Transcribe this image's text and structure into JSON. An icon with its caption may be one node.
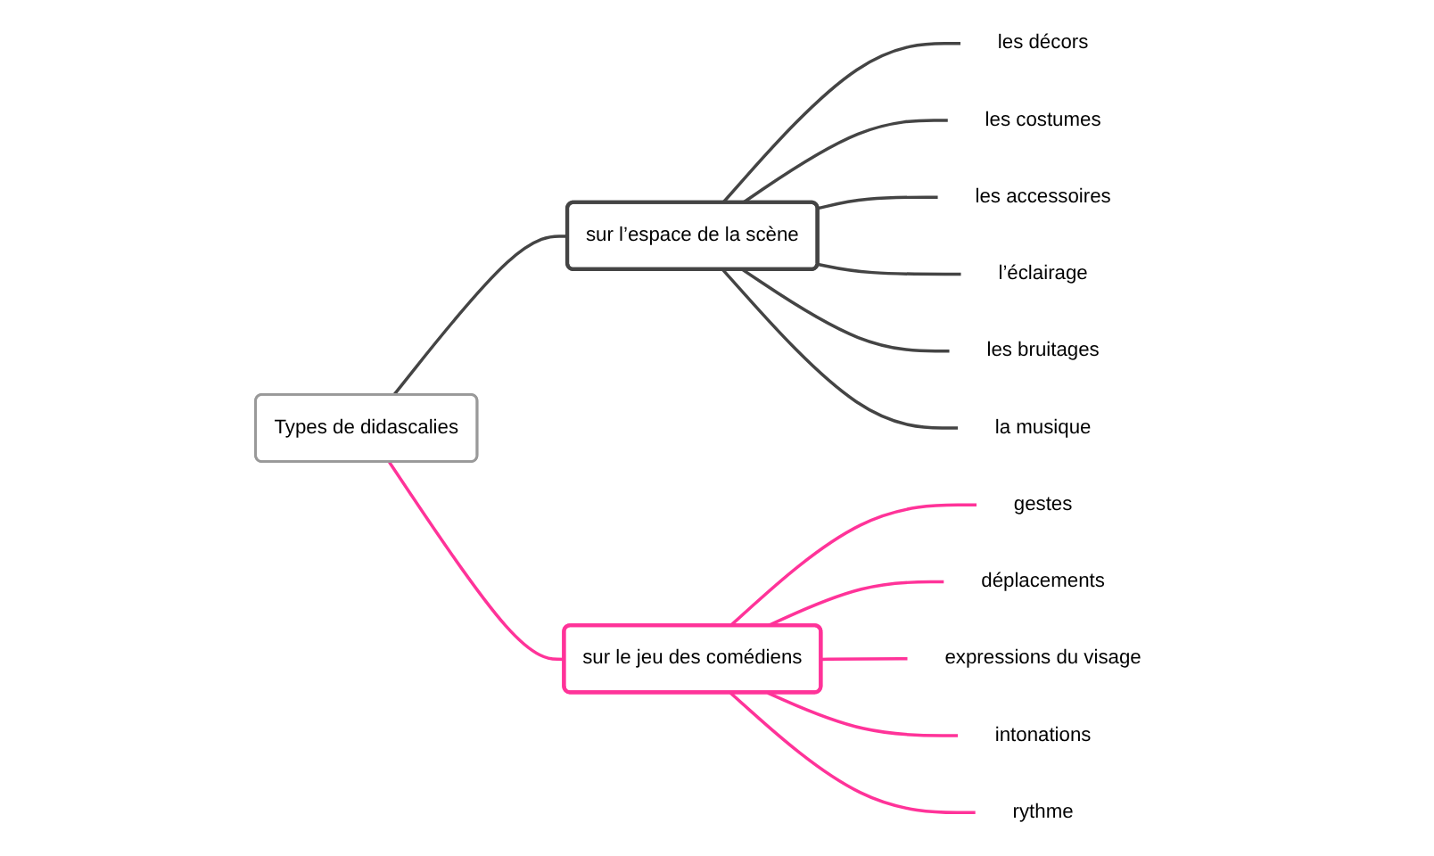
{
  "diagram": {
    "nodes": [
      {
        "text": [
          "Types de didascalies"
        ]
      },
      {
        "text": [
          "sur l’espace de la scène"
        ]
      },
      {
        "text": [
          "sur le jeu des comédiens"
        ]
      },
      {
        "text": [
          "les décors"
        ]
      },
      {
        "text": [
          "les costumes"
        ]
      },
      {
        "text": [
          "les accessoires"
        ]
      },
      {
        "text": [
          "l’éclairage"
        ]
      },
      {
        "text": [
          "les bruitages"
        ]
      },
      {
        "text": [
          "la musique"
        ]
      },
      {
        "text": [
          "gestes"
        ]
      },
      {
        "text": [
          "déplacements"
        ]
      },
      {
        "text": [
          "expressions du visage"
        ]
      },
      {
        "text": [
          "intonations"
        ]
      },
      {
        "text": [
          "rythme"
        ]
      }
    ],
    "edges": [
      {
        "from": 0,
        "to": 1,
        "arrow": "none"
      },
      {
        "from": 0,
        "to": 2,
        "arrow": "none",
        "color": "#ff3399"
      },
      {
        "from": 1,
        "to": 3,
        "arrow": "none"
      },
      {
        "from": 1,
        "to": 4,
        "arrow": "none"
      },
      {
        "from": 1,
        "to": 5,
        "arrow": "none"
      },
      {
        "from": 1,
        "to": 6,
        "arrow": "none"
      },
      {
        "from": 1,
        "to": 7,
        "arrow": "none"
      },
      {
        "from": 1,
        "to": 8,
        "arrow": "none"
      },
      {
        "from": 2,
        "to": 9,
        "arrow": "none",
        "color": "#ff3399"
      },
      {
        "from": 2,
        "to": 10,
        "arrow": "none",
        "color": "#ff3399"
      },
      {
        "from": 2,
        "to": 11,
        "arrow": "none",
        "color": "#ff3399"
      },
      {
        "from": 2,
        "to": 12,
        "arrow": "none",
        "color": "#ff3399"
      },
      {
        "from": 2,
        "to": 13,
        "arrow": "none",
        "color": "#ff3399"
      }
    ]
  }
}
